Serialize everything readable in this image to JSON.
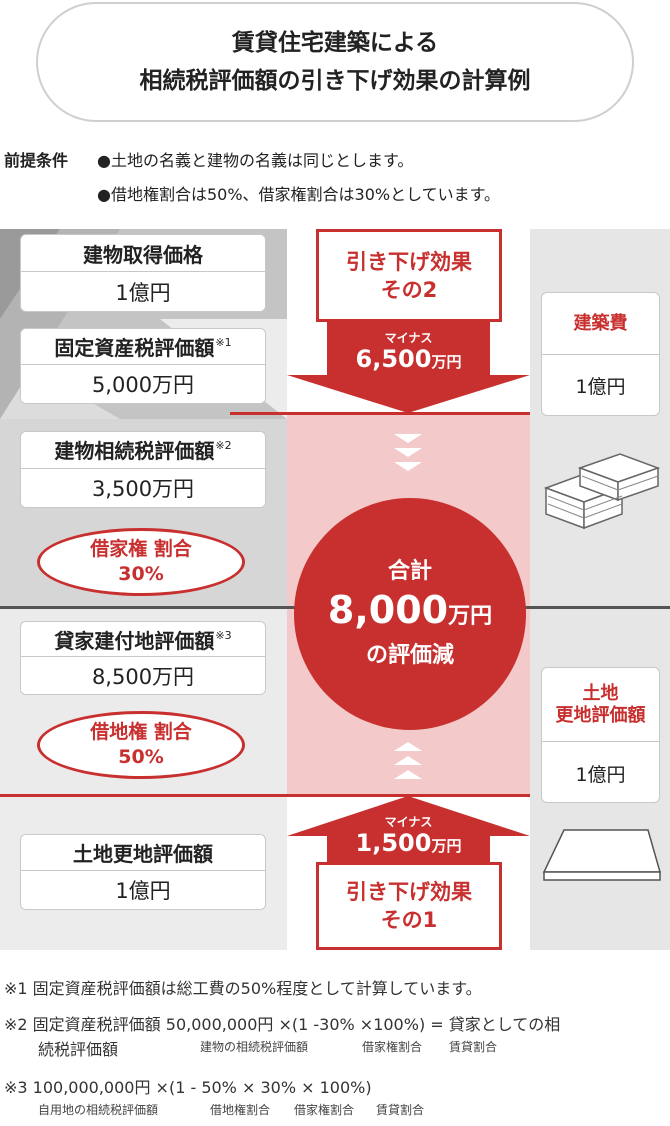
{
  "title": {
    "line1": "賃貸住宅建築による",
    "line2": "相続税評価額の引き下げ効果の計算例"
  },
  "premise": {
    "label": "前提条件",
    "item1": "●土地の名義と建物の名義は同じとします。",
    "item2": "●借地権割合は50%、借家権割合は30%としています。"
  },
  "left": {
    "acquisition": {
      "label": "建物取得価格",
      "value": "1億円"
    },
    "fixed_asset": {
      "label": "固定資産税評価額",
      "note": "※1",
      "value": "5,000万円"
    },
    "building_inheritance": {
      "label": "建物相続税評価額",
      "note": "※2",
      "value": "3,500万円"
    },
    "leasehold_house": {
      "line1": "借家権 割合",
      "line2": "30%"
    },
    "rental_land": {
      "label": "貸家建付地評価額",
      "note": "※3",
      "value": "8,500万円"
    },
    "leasehold_land": {
      "line1": "借地権 割合",
      "line2": "50%"
    },
    "vacant_land": {
      "label": "土地更地評価額",
      "value": "1億円"
    }
  },
  "center": {
    "effect2": {
      "line1": "引き下げ効果",
      "line2": "その2"
    },
    "arrow_top": {
      "prefix": "マイナス",
      "amount": "6,500",
      "unit": "万円"
    },
    "total": {
      "label": "合計",
      "amount": "8,000",
      "unit": "万円",
      "suffix": "の評価減"
    },
    "arrow_bottom": {
      "prefix": "マイナス",
      "amount": "1,500",
      "unit": "万円"
    },
    "effect1": {
      "line1": "引き下げ効果",
      "line2": "その1"
    }
  },
  "right": {
    "construction": {
      "label": "建築費",
      "value": "1億円"
    },
    "land": {
      "line1": "土地",
      "line2": "更地評価額",
      "value": "1億円"
    }
  },
  "notes": {
    "n1": "※1 固定資産税評価額は総工費の50%程度として計算しています。",
    "n2_main": "※2 固定資産税評価額 50,000,000円 ×(1 -30% ×100%) = 貸家としての相",
    "n2_cont": "続税評価額",
    "n2_labels": {
      "a": "建物の相続税評価額",
      "b": "借家権割合",
      "c": "賃貸割合"
    },
    "n3_main": "※3 100,000,000円 ×(1 - 50% × 30% × 100%)",
    "n3_labels": {
      "a": "自用地の相続税評価額",
      "b": "借地権割合",
      "c": "借家権割合",
      "d": "賃貸割合"
    }
  },
  "colors": {
    "accent": "#c8302f",
    "pink": "#f3c9c9",
    "gray_bg": "#dcdcdc"
  }
}
